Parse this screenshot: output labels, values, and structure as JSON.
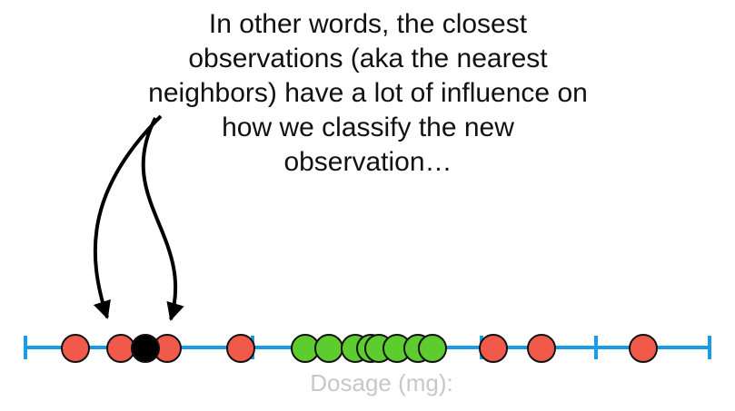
{
  "caption": {
    "lines": [
      "In other words, the closest",
      "observations (aka the nearest",
      "neighbors) have a lot of influence on",
      "how we classify the new",
      "observation…"
    ]
  },
  "axis": {
    "label": "Dosage (mg):",
    "color": "#1a9be6"
  },
  "colors": {
    "red": "#f15a4a",
    "green": "#5ccc2e",
    "new_observation": "#000000"
  },
  "points": [
    {
      "category": "red"
    },
    {
      "category": "red"
    },
    {
      "category": "new_observation"
    },
    {
      "category": "red"
    },
    {
      "category": "red"
    },
    {
      "category": "green"
    },
    {
      "category": "green"
    },
    {
      "category": "green"
    },
    {
      "category": "green"
    },
    {
      "category": "green"
    },
    {
      "category": "green"
    },
    {
      "category": "green"
    },
    {
      "category": "green"
    },
    {
      "category": "red"
    },
    {
      "category": "red"
    },
    {
      "category": "red"
    }
  ]
}
